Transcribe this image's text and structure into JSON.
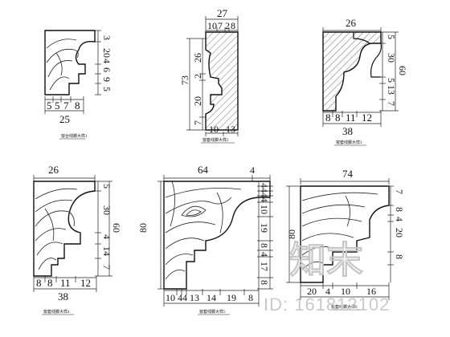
{
  "profiles": [
    {
      "id": "p1",
      "caption": "窗台线脚大样1",
      "top_dims": [],
      "side_dims": [
        "3",
        "20",
        "4",
        "6",
        "9",
        "5"
      ],
      "inner_dims": [],
      "bottom_dims": [
        "5",
        "5",
        "7",
        "8"
      ],
      "bottom_total": "25",
      "left_dims": [],
      "left_total": ""
    },
    {
      "id": "p2",
      "caption": "窗套线脚大样2",
      "top_dims": [
        "10",
        "7",
        "2",
        "8"
      ],
      "top_total": "27",
      "left_dims": [
        "26",
        "2",
        "20",
        "7"
      ],
      "left_total": "73",
      "bottom_dims": [
        "10",
        "13"
      ],
      "side_dims": []
    },
    {
      "id": "p3",
      "caption": "窗套线脚大样3",
      "top_total": "26",
      "side_dims": [
        "5",
        "30",
        "5",
        "13",
        "7"
      ],
      "side_total": "60",
      "bottom_dims": [
        "8",
        "8",
        "11",
        "12"
      ],
      "bottom_total": "38"
    },
    {
      "id": "p4",
      "caption": "窗套线脚大样4",
      "top_total": "26",
      "side_dims": [
        "5",
        "30",
        "4",
        "14",
        "7"
      ],
      "side_total": "60",
      "bottom_dims": [
        "8",
        "8",
        "11",
        "12"
      ],
      "bottom_total": "38"
    },
    {
      "id": "p5",
      "caption": "窗套线脚大样5",
      "top_total": "64",
      "top_small": "4",
      "left_total": "80",
      "side_dims": [
        "4",
        "4",
        "4",
        "4",
        "10",
        "19",
        "8",
        "4",
        "17",
        "8"
      ],
      "bottom_dims": [
        "10",
        "4",
        "4",
        "13",
        "14",
        "19",
        "8"
      ]
    },
    {
      "id": "p6",
      "caption": "窗套线脚大样6",
      "top_total": "74",
      "left_total": "80",
      "side_dims": [
        "7",
        "8",
        "4",
        "20",
        "8"
      ],
      "bottom_dims": [
        "20",
        "4",
        "10",
        "16"
      ]
    }
  ],
  "watermark": {
    "logo": "知末",
    "id_text": "ID: 161812102"
  }
}
